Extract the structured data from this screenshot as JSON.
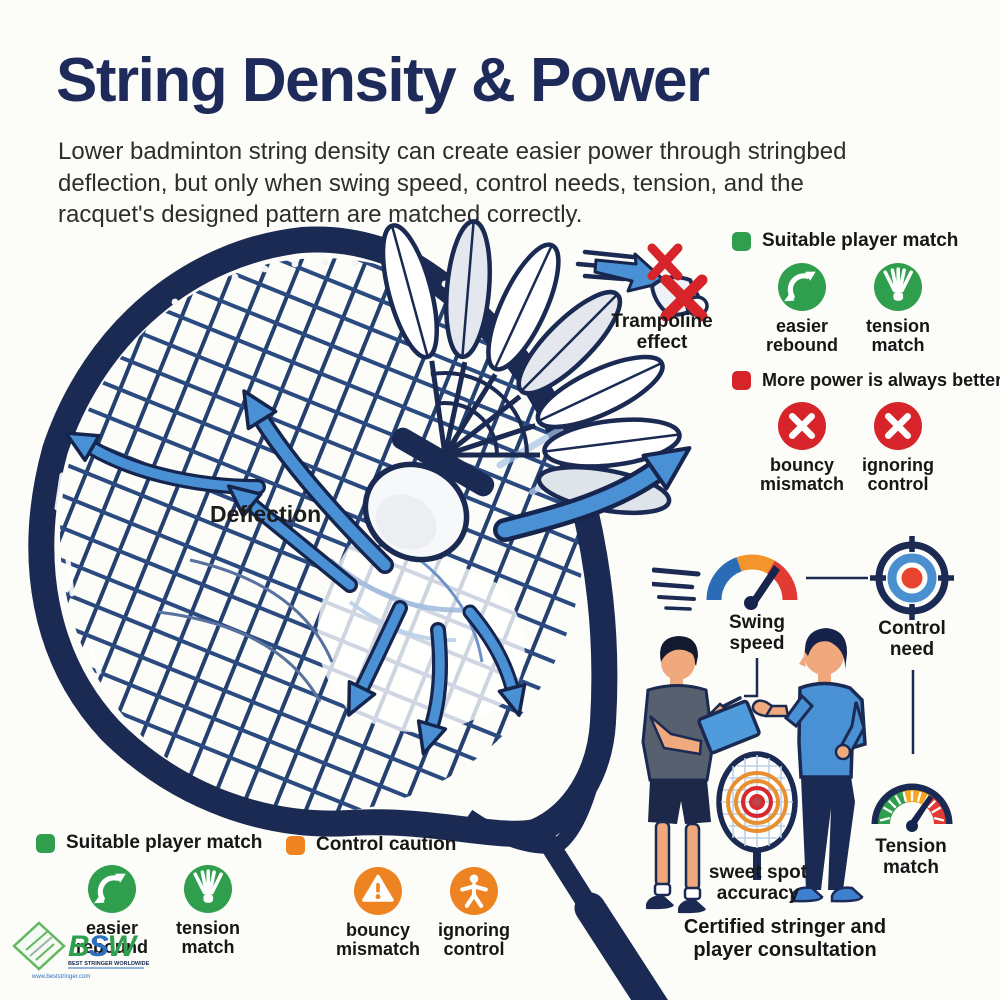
{
  "palette": {
    "navy": "#1b2a52",
    "title_navy": "#1e2b5a",
    "green": "#2f9e4d",
    "red": "#d7242b",
    "orange": "#ee8322",
    "arrow_blue": "#4a90d4",
    "string_blue": "#2a4a80",
    "background": "#fcfcf8"
  },
  "header": {
    "title": "String Density & Power",
    "subtitle": "Lower badminton string density can create easier power through stringbed deflection, but only when swing speed, control needs, tension, and the racquet's designed pattern are matched correctly."
  },
  "diagram": {
    "deflection_label": "Deflection",
    "trampoline_label": "Trampoline effect"
  },
  "legend_suitable_top": {
    "title": "Suitable player match",
    "items": [
      {
        "icon": "rebound-arrow-icon",
        "label": "easier rebound"
      },
      {
        "icon": "shuttlecock-icon",
        "label": "tension match"
      }
    ]
  },
  "legend_more_power": {
    "title": "More power is always better",
    "items": [
      {
        "icon": "cross-icon",
        "label": "bouncy mismatch"
      },
      {
        "icon": "cross-icon",
        "label": "ignoring control"
      }
    ]
  },
  "metrics": {
    "swing_speed": "Swing speed",
    "control_need": "Control need",
    "tension_match": "Tension match",
    "sweet_spot": "sweet spot accuracy",
    "consultation": "Certified stringer and player consultation"
  },
  "legend_suitable_bottom": {
    "title": "Suitable player match",
    "items": [
      {
        "icon": "rebound-arrow-icon",
        "label": "easier rebound"
      },
      {
        "icon": "shuttlecock-icon",
        "label": "tension match"
      }
    ]
  },
  "legend_control_caution": {
    "title": "Control caution",
    "items": [
      {
        "icon": "warning-triangle-icon",
        "label": "bouncy mismatch"
      },
      {
        "icon": "person-icon",
        "label": "ignoring control"
      }
    ]
  },
  "logo": {
    "letters": [
      "B",
      "S",
      "W"
    ],
    "tagline": "BEST STRINGER WORLDWIDE",
    "url": "www.beststringer.com"
  }
}
